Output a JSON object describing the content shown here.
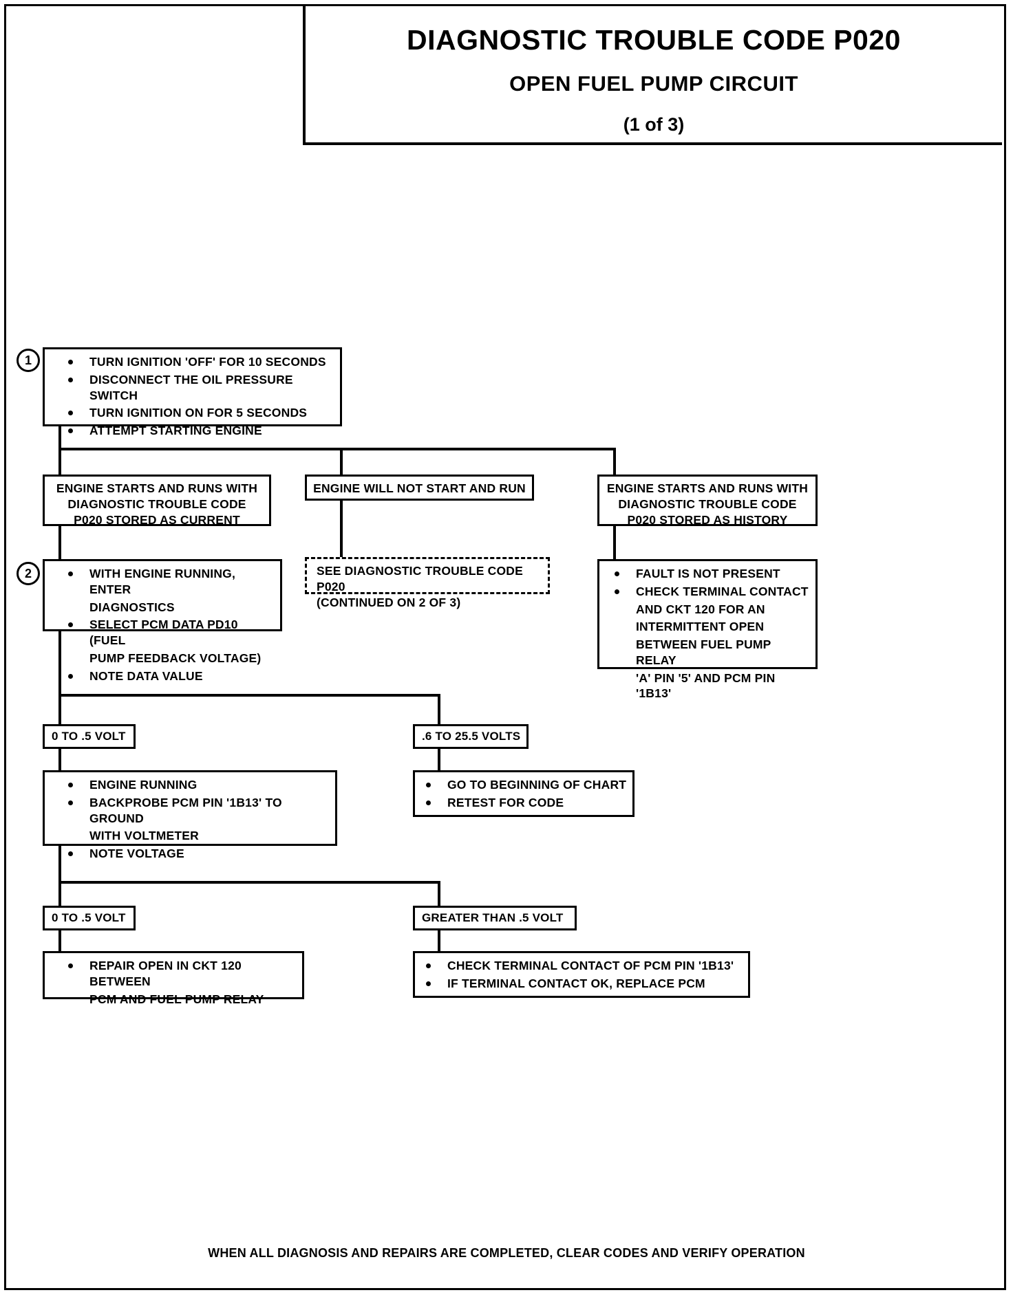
{
  "document": {
    "title_main": "DIAGNOSTIC TROUBLE CODE P020",
    "title_sub": "OPEN FUEL PUMP CIRCUIT",
    "title_page": "(1 of 3)",
    "footer": "WHEN ALL DIAGNOSIS AND REPAIRS ARE COMPLETED, CLEAR CODES AND VERIFY OPERATION"
  },
  "steps": {
    "step1_number": "1",
    "step2_number": "2"
  },
  "nodes": {
    "step1": {
      "items": [
        "TURN IGNITION 'OFF' FOR 10 SECONDS",
        "DISCONNECT THE OIL PRESSURE SWITCH",
        "TURN IGNITION ON FOR 5 SECONDS",
        "ATTEMPT STARTING ENGINE"
      ]
    },
    "branch_left": {
      "line1": "ENGINE STARTS AND RUNS WITH",
      "line2": "DIAGNOSTIC TROUBLE CODE",
      "line3": "P020 STORED AS CURRENT"
    },
    "branch_mid": {
      "line1": "ENGINE WILL NOT START AND RUN"
    },
    "branch_right": {
      "line1": "ENGINE STARTS AND RUNS WITH",
      "line2": "DIAGNOSTIC TROUBLE CODE",
      "line3": "P020 STORED AS HISTORY"
    },
    "continued": {
      "line1": "SEE DIAGNOSTIC TROUBLE CODE P020",
      "line2": "(CONTINUED ON  2 OF 3)"
    },
    "step2": {
      "items": [
        "WITH ENGINE RUNNING, ENTER",
        "DIAGNOSTICS",
        "SELECT PCM DATA PD10 (FUEL",
        "PUMP FEEDBACK VOLTAGE)",
        "NOTE DATA VALUE"
      ]
    },
    "history_actions": {
      "items": [
        "FAULT IS NOT PRESENT",
        "CHECK TERMINAL CONTACT",
        "AND CKT 120 FOR AN",
        "INTERMITTENT OPEN",
        "BETWEEN FUEL PUMP RELAY",
        "'A' PIN '5' AND PCM PIN '1B13'"
      ]
    },
    "volt_low_1": "0 TO .5 VOLT",
    "volt_high_1": ".6 TO 25.5 VOLTS",
    "engine_running": {
      "items": [
        "ENGINE RUNNING",
        "BACKPROBE PCM PIN '1B13' TO GROUND",
        "WITH VOLTMETER",
        "NOTE VOLTAGE"
      ]
    },
    "goto_beginning": {
      "items": [
        "GO TO BEGINNING OF CHART",
        "RETEST FOR CODE"
      ]
    },
    "volt_low_2": "0 TO .5 VOLT",
    "volt_greater": "GREATER THAN .5 VOLT",
    "repair_open": {
      "items": [
        "REPAIR OPEN IN CKT 120 BETWEEN",
        "PCM AND FUEL PUMP RELAY"
      ]
    },
    "check_terminal": {
      "items": [
        "CHECK TERMINAL CONTACT OF PCM PIN '1B13'",
        "IF TERMINAL CONTACT OK, REPLACE PCM"
      ]
    }
  }
}
